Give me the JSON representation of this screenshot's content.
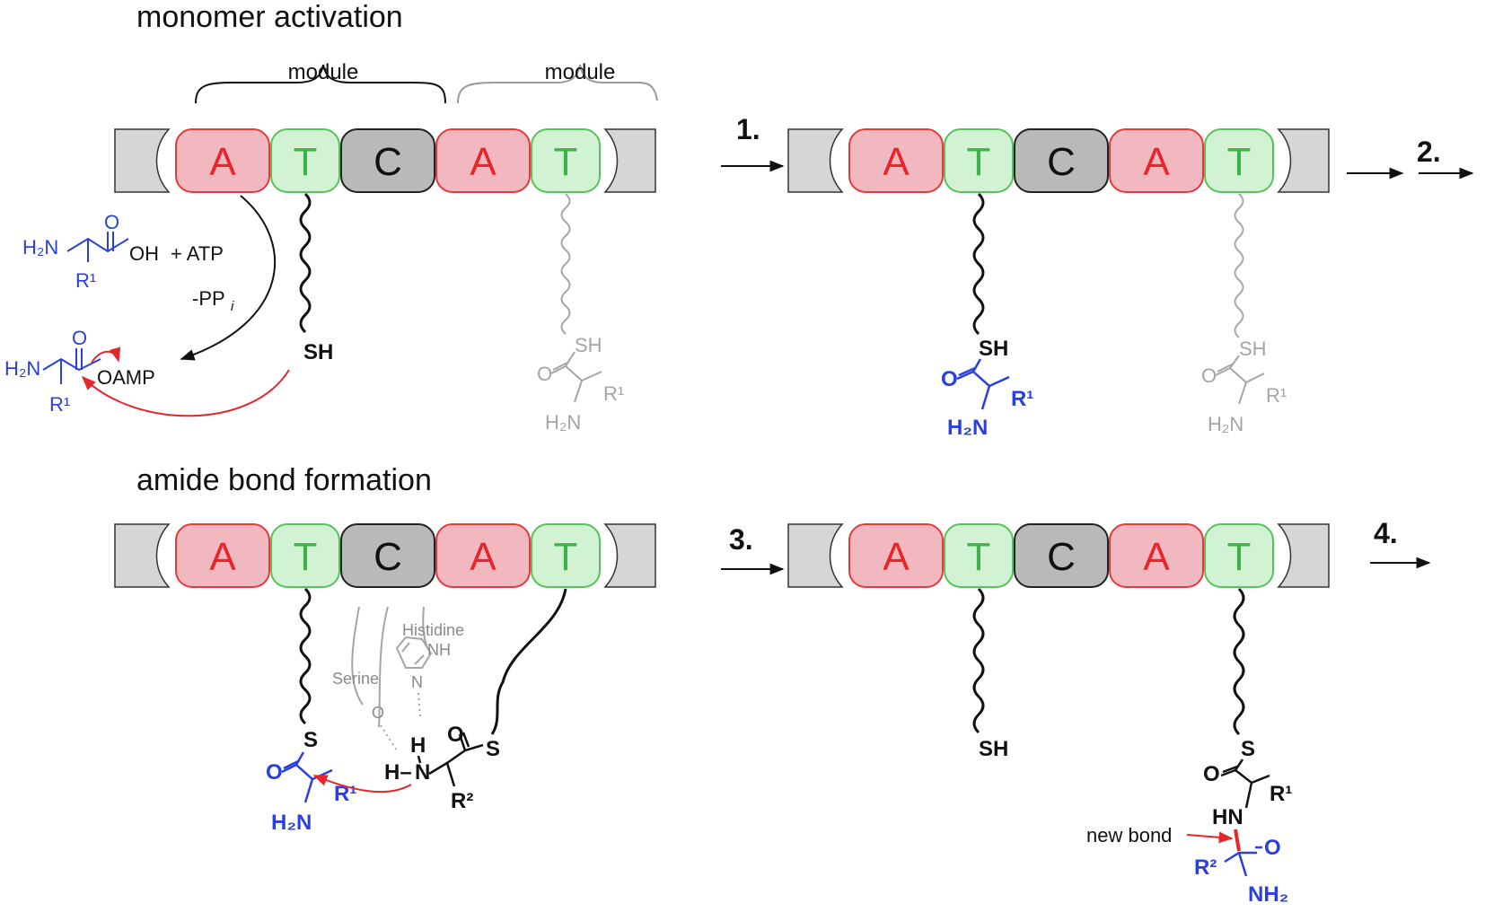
{
  "sections": {
    "top_title": "monomer activation",
    "bottom_title": "amide bond formation"
  },
  "module_labels": [
    "module",
    "module"
  ],
  "domains": {
    "A": "A",
    "T": "T",
    "C": "C"
  },
  "steps": [
    "1.",
    "2.",
    "3.",
    "4."
  ],
  "chem": {
    "h2n": "H₂N",
    "h2n_2": "H₂N",
    "oh": "OH",
    "plus_atp": "+  ATP",
    "ppi": "-PP",
    "ppi_sub": "i",
    "r1": "R¹",
    "o": "O",
    "oamp": "OAMP",
    "sh": "SH",
    "s": "S",
    "hn": "HN",
    "h": "H",
    "hdash": "H–",
    "n": "N",
    "nh": "NH",
    "r2": "R²",
    "nh2": "NH₂",
    "serine": "Serine",
    "histidine": "Histidine",
    "new_bond": "new bond"
  },
  "colors": {
    "A_fill": "#f2b8bf",
    "A_stroke": "#e8383c",
    "A_text": "#e8262a",
    "T_fill": "#d2f2d4",
    "T_stroke": "#56c35a",
    "T_text": "#3fb04a",
    "C_fill": "#b9b9b9",
    "C_stroke": "#222222",
    "blue": "#2a3fe0",
    "red": "#e8262a",
    "grey": "#a5a5a5"
  }
}
